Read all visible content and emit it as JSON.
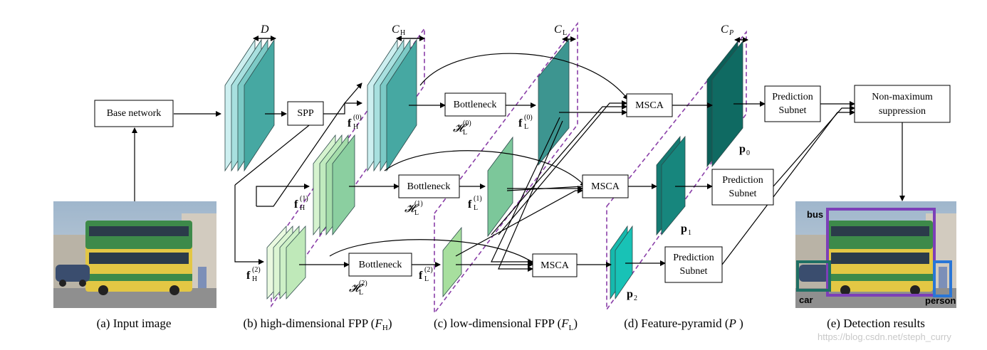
{
  "boxes": {
    "base_network": "Base network",
    "spp": "SPP",
    "bottleneck": "Bottleneck",
    "msca": "MSCA",
    "prediction": [
      "Prediction",
      "Subnet"
    ],
    "nms": [
      "Non-maximum",
      "suppression"
    ]
  },
  "dims": {
    "D": "D",
    "C": "C",
    "H": "H",
    "L": "L",
    "P": "P"
  },
  "features": {
    "f": "f",
    "H": "H",
    "L": "L",
    "p": "p",
    "script_H": "𝓗",
    "idx0": "(0)",
    "idx1": "(1)",
    "idx2": "(2)",
    "p0": "0",
    "p1": "1",
    "p2": "2"
  },
  "captions": {
    "a": "(a) Input image",
    "b_pre": "(b) high-dimensional FPP (",
    "b_sym": "F",
    "b_sub": "H",
    "b_post": ")",
    "c_pre": "(c) low-dimensional FPP (",
    "c_sym": "F",
    "c_sub": "L",
    "c_post": ")",
    "d_pre": "(d) Feature-pyramid (",
    "d_sym": "P",
    "d_post": " )",
    "e": "(e) Detection results"
  },
  "detections": [
    "bus",
    "car",
    "person"
  ],
  "watermark": "https://blog.csdn.net/steph_curry",
  "colors": {
    "teal_dark": "#0b5f58",
    "teal": "#3c9e98",
    "teal_light": "#cdeff0",
    "green": "#7cc79a",
    "green_light": "#d6f3cf",
    "cyan": "#18c2b6",
    "purple": "#8a3fa8",
    "bus_box": "#7d3fb8",
    "car_box": "#1f6f64",
    "person_box": "#2a76d6"
  }
}
